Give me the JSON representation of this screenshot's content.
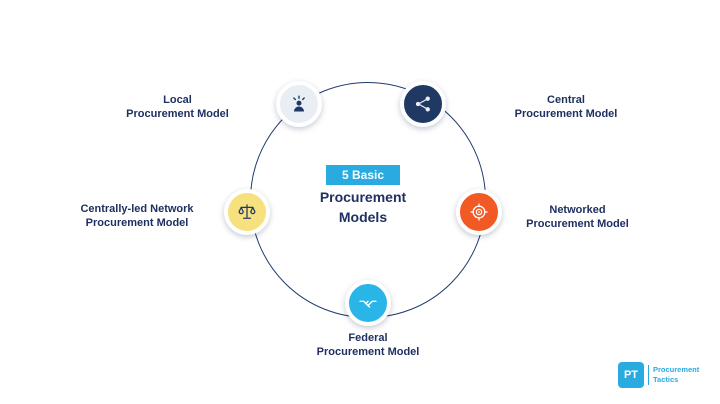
{
  "title": {
    "badge": "5 Basic",
    "line1": "Procurement",
    "line2": "Models"
  },
  "nodes": [
    {
      "id": "local",
      "label_line1": "Local",
      "label_line2": "Procurement Model",
      "icon": "idea-person-icon",
      "bg": "#e9edf4",
      "fg": "#1f3864"
    },
    {
      "id": "central",
      "label_line1": "Central",
      "label_line2": "Procurement Model",
      "icon": "network-share-icon",
      "bg": "#1f3864",
      "fg": "#e9edf4"
    },
    {
      "id": "centrally-led",
      "label_line1": "Centrally-led Network",
      "label_line2": "Procurement Model",
      "icon": "balance-scale-icon",
      "bg": "#f7e17e",
      "fg": "#1f3864"
    },
    {
      "id": "networked",
      "label_line1": "Networked",
      "label_line2": "Procurement Model",
      "icon": "target-icon",
      "bg": "#f15a24",
      "fg": "#ffffff"
    },
    {
      "id": "federal",
      "label_line1": "Federal",
      "label_line2": "Procurement Model",
      "icon": "handshake-icon",
      "bg": "#29b5e8",
      "fg": "#ffffff"
    }
  ],
  "logo": {
    "monogram": "PT",
    "line1": "Procurement",
    "line2": "Tactics"
  },
  "colors": {
    "accent_cyan": "#29abe2",
    "navy": "#1f3864",
    "ring": "#1e3a6e",
    "text": "#1f3061",
    "orange": "#f15a24",
    "yellow": "#f7e17e",
    "light": "#e9edf4",
    "background": "#ffffff"
  }
}
